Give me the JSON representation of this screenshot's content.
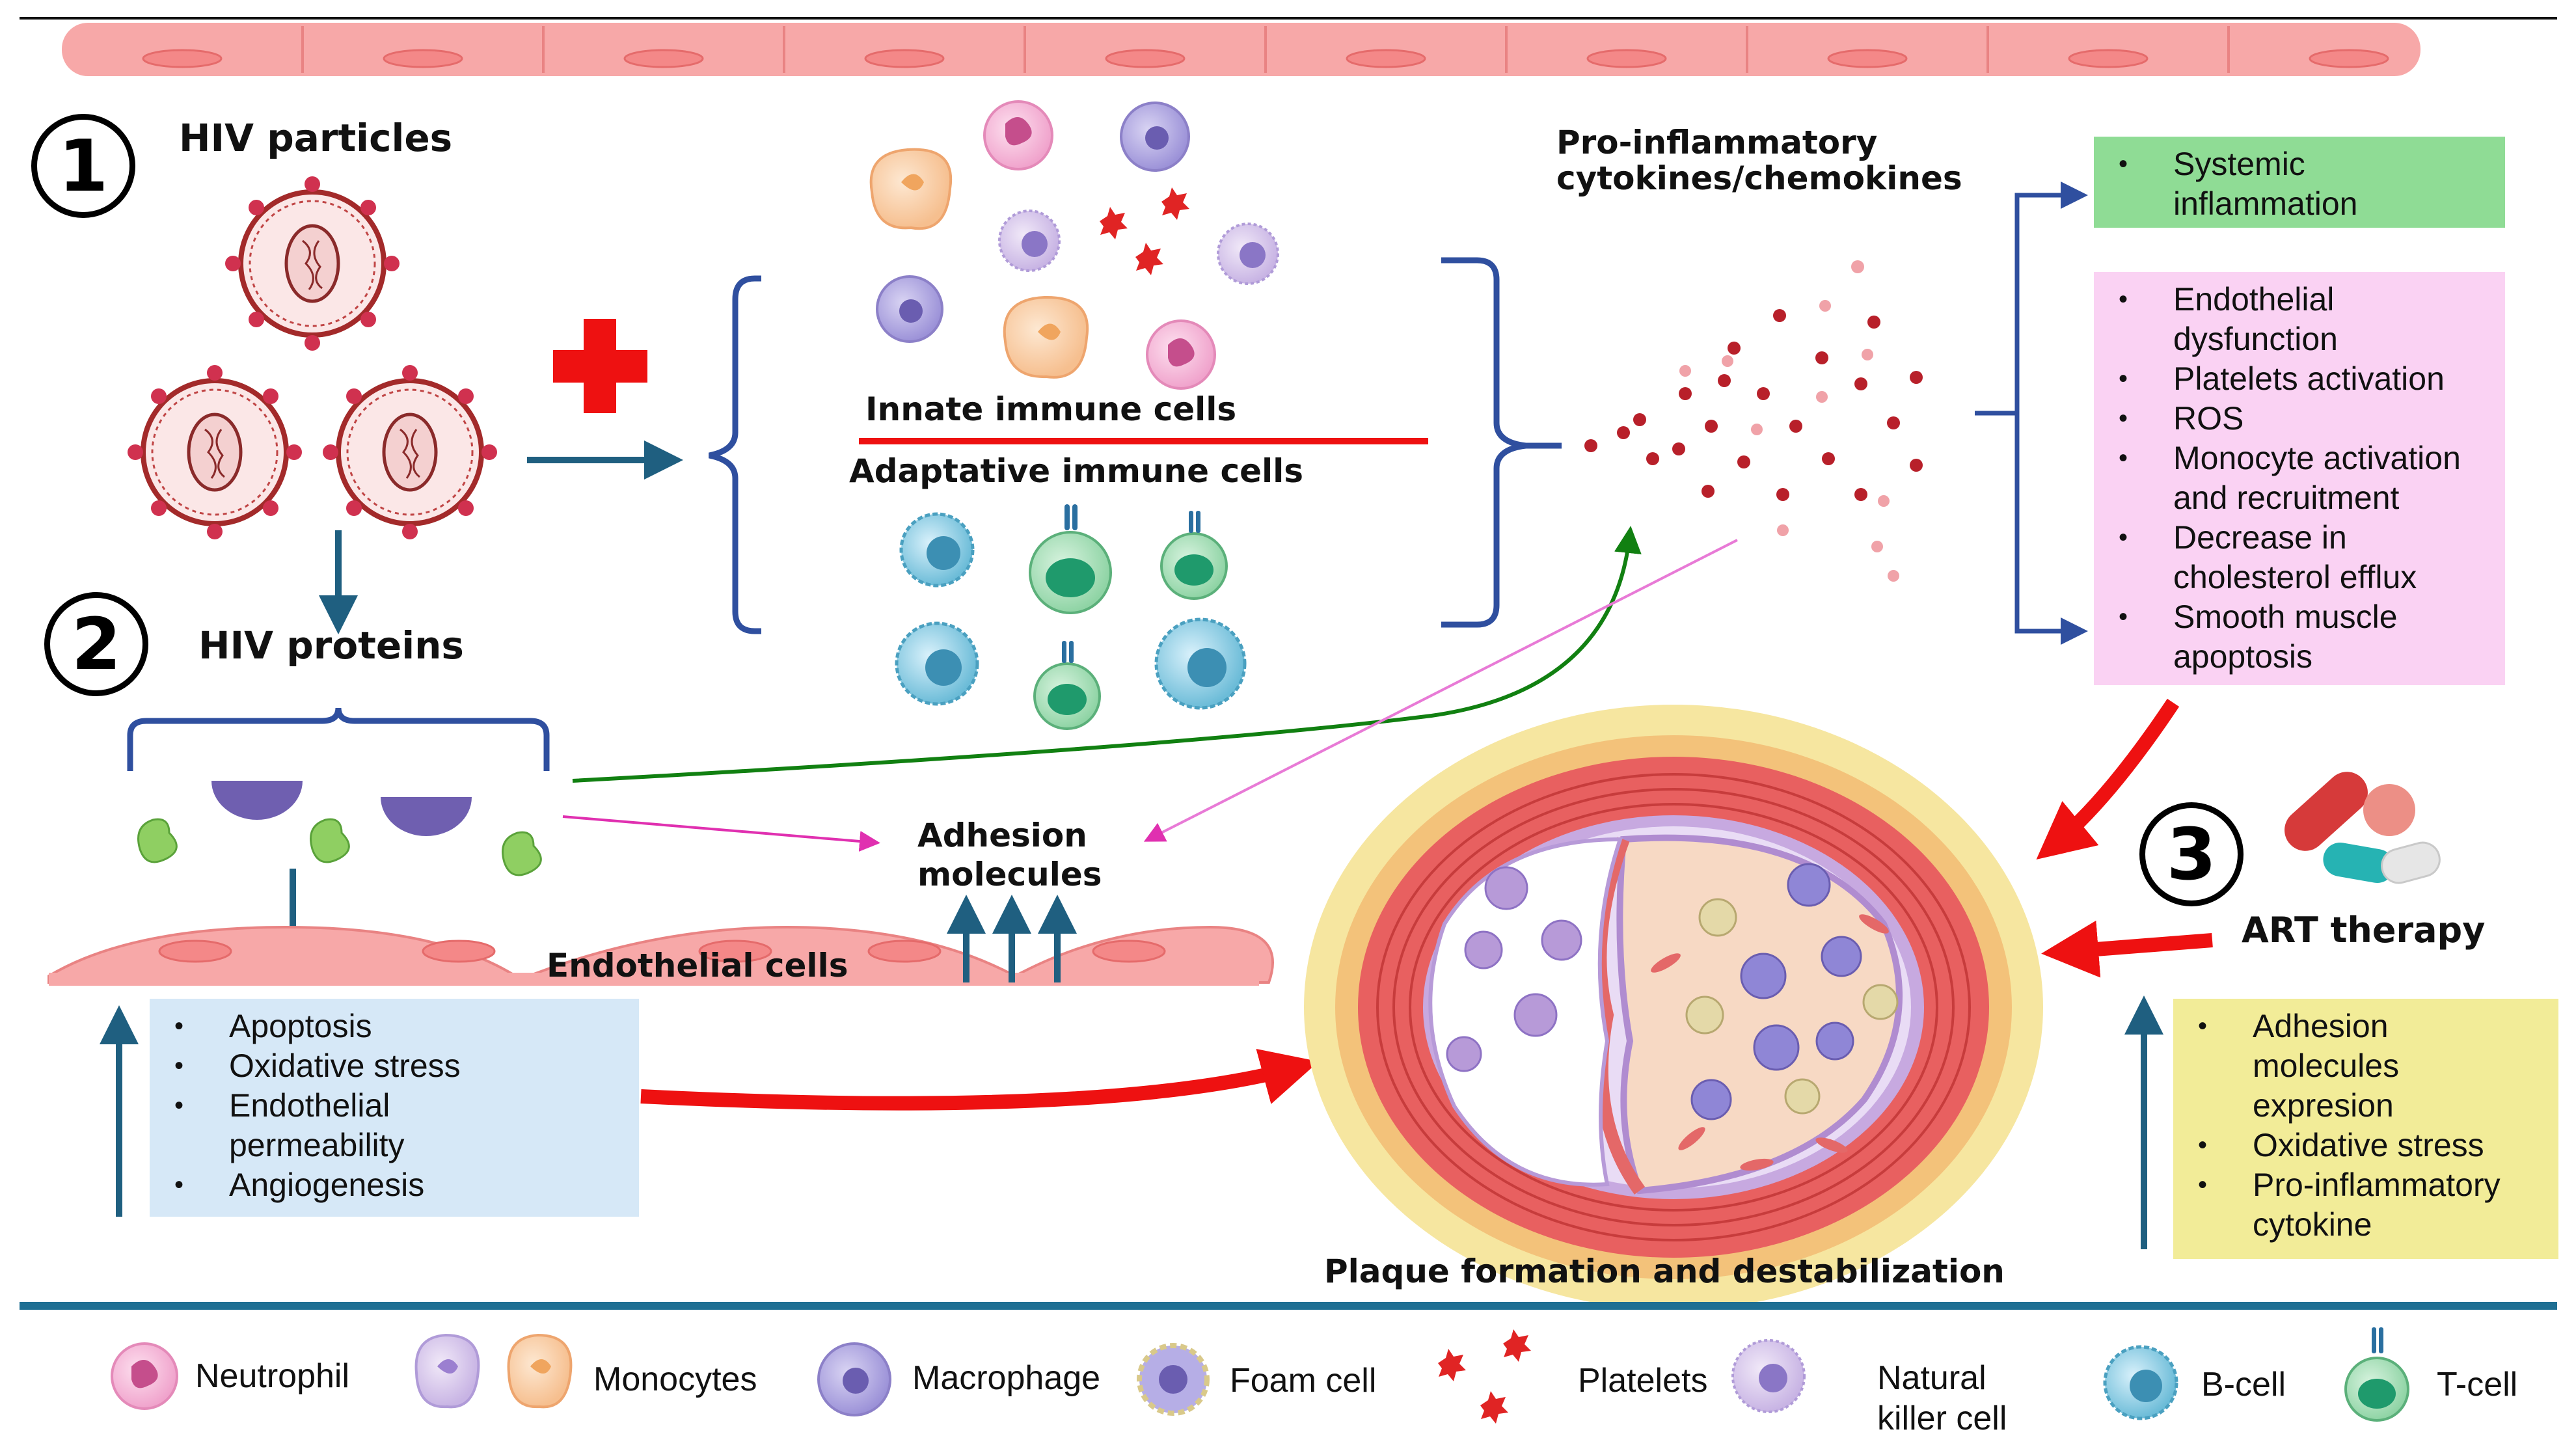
{
  "steps": {
    "one": "1",
    "two": "2",
    "three": "3"
  },
  "titles": {
    "hiv_particles": "HIV particles",
    "hiv_proteins": "HIV proteins",
    "pro_inflammatory_line1": "Pro-inflammatory",
    "pro_inflammatory_line2": "cytokines/chemokines",
    "innate": "Innate immune cells",
    "adaptative": "Adaptative immune cells",
    "adhesion_line1": "Adhesion",
    "adhesion_line2": "molecules",
    "endothelial": "Endothelial cells",
    "plaque": "Plaque formation and destabilization",
    "art": "ART therapy"
  },
  "boxes": {
    "systemic": [
      "Systemic",
      "inflammation"
    ],
    "effects": [
      "Endothelial",
      "dysfunction",
      "Platelets activation",
      "ROS",
      "Monocyte activation",
      "and recruitment",
      "Decrease in",
      "cholesterol efflux",
      "Smooth muscle",
      "apoptosis"
    ],
    "endothelial_effects": [
      "Apoptosis",
      "Oxidative stress",
      "Endothelial",
      "permeability",
      "Angiogenesis"
    ],
    "art_effects": [
      "Adhesion",
      "molecules",
      "expresion",
      "Oxidative stress",
      "Pro-inflammatory",
      "cytokine"
    ]
  },
  "legend": {
    "neutrophil": "Neutrophil",
    "monocytes": "Monocytes",
    "macrophage": "Macrophage",
    "foam_cell": "Foam cell",
    "platelets": "Platelets",
    "nk_line1": "Natural",
    "nk_line2": "killer cell",
    "b_cell": "B-cell",
    "t_cell": "T-cell"
  },
  "colors": {
    "flow_arrow": "#1f5f80",
    "bracket": "#2f4f9f",
    "red_arrow": "#ee1111",
    "green_arrow": "#118011",
    "pink_arrow": "#e030b0",
    "box_green": "#8fdc95",
    "box_pink": "#fad2f3",
    "box_blue": "#d6e8f7",
    "box_yellow": "#f2ec98"
  }
}
